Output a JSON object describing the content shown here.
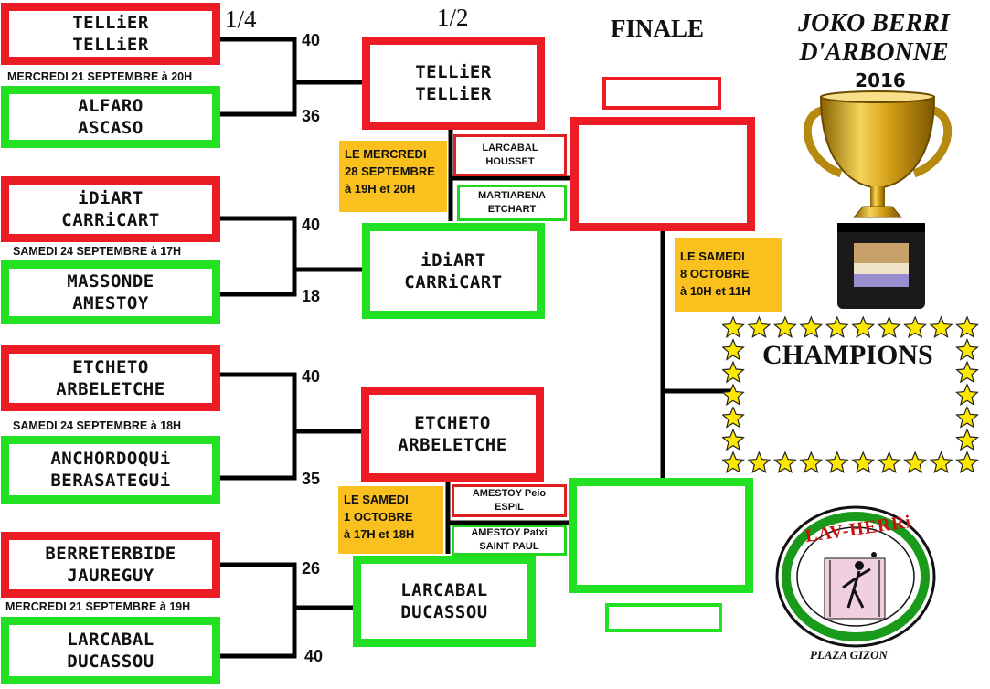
{
  "rounds": {
    "quarter": "1/4",
    "semi": "1/2",
    "final": "FINALE"
  },
  "title": {
    "line1": "JOKO BERRI",
    "line2": "D'ARBONNE",
    "year": "2016"
  },
  "quarterfinals": [
    {
      "date": "MERCREDI 21 SEPTEMBRE à 20H",
      "top": {
        "line1": "TELLiER",
        "line2": "TELLiER",
        "score": "40"
      },
      "bottom": {
        "line1": "ALFARO",
        "line2": "ASCASO",
        "score": "36"
      }
    },
    {
      "date": "SAMEDI 24 SEPTEMBRE à 17H",
      "top": {
        "line1": "iDiART",
        "line2": "CARRiCART",
        "score": "40"
      },
      "bottom": {
        "line1": "MASSONDE",
        "line2": "AMESTOY",
        "score": "18"
      }
    },
    {
      "date": "SAMEDI 24 SEPTEMBRE à 18H",
      "top": {
        "line1": "ETCHETO",
        "line2": "ARBELETCHE",
        "score": "40"
      },
      "bottom": {
        "line1": "ANCHORDOQUi",
        "line2": "BERASATEGUi",
        "score": "35"
      }
    },
    {
      "date": "MERCREDI 21 SEPTEMBRE à 19H",
      "top": {
        "line1": "BERRETERBIDE",
        "line2": "JAUREGUY",
        "score": "26"
      },
      "bottom": {
        "line1": "LARCABAL",
        "line2": "DUCASSOU",
        "score": "40"
      }
    }
  ],
  "semifinals": [
    {
      "line1": "TELLiER",
      "line2": "TELLiER"
    },
    {
      "line1": "iDiART",
      "line2": "CARRiCART"
    },
    {
      "line1": "ETCHETO",
      "line2": "ARBELETCHE"
    },
    {
      "line1": "LARCABAL",
      "line2": "DUCASSOU"
    }
  ],
  "semi_notes": [
    {
      "lines": [
        "LE MERCREDI",
        "28 SEPTEMBRE",
        "à 19H et 20H"
      ]
    },
    {
      "lines": [
        "LE SAMEDI",
        "1 OCTOBRE",
        "à 17H et 18H"
      ]
    }
  ],
  "semi_small": [
    {
      "line1": "LARCABAL",
      "line2": "HOUSSET"
    },
    {
      "line1": "MARTIARENA",
      "line2": "ETCHART"
    },
    {
      "line1": "AMESTOY Peio",
      "line2": "ESPIL"
    },
    {
      "line1": "AMESTOY Patxi",
      "line2": "SAINT PAUL"
    }
  ],
  "final_note": {
    "lines": [
      "LE SAMEDI",
      "8 OCTOBRE",
      "à 10H et 11H"
    ]
  },
  "champions": "CHAMPIONS",
  "logo": {
    "text": "LAV-HERRi",
    "caption": "PLAZA GIZON"
  },
  "colors": {
    "red": "#ec1c24",
    "green": "#22e122",
    "note": "#f9c01e",
    "trophy": "#d4a017"
  }
}
